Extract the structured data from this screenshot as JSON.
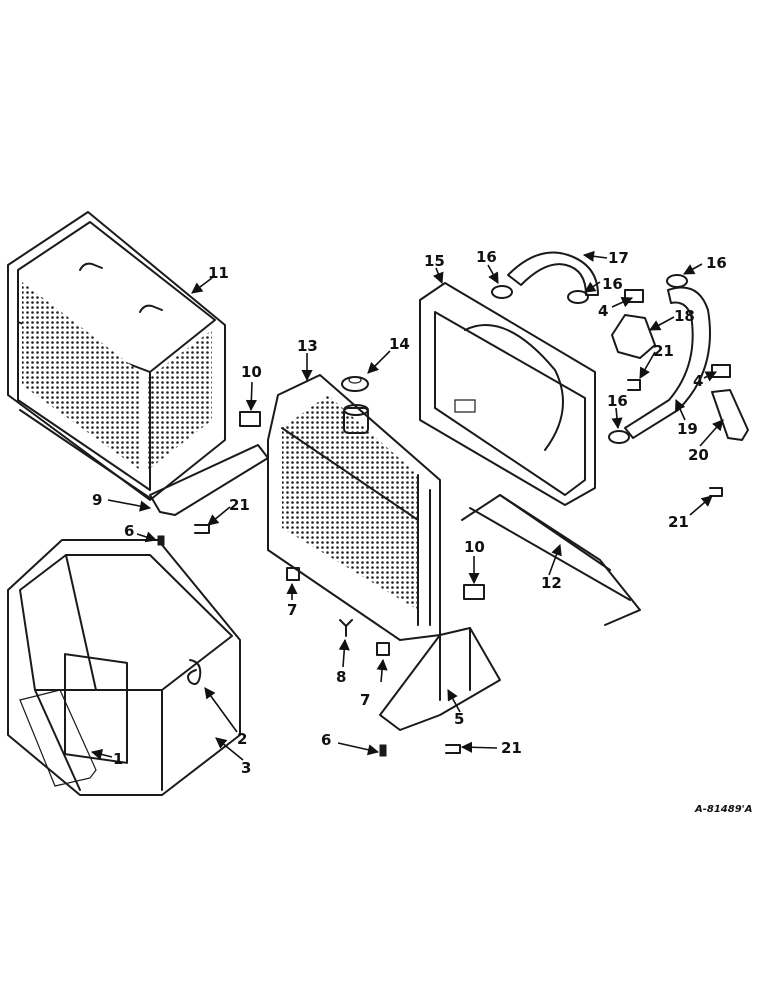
{
  "diagram": {
    "reference_code": "A-81489'A",
    "callouts": [
      "1",
      "2",
      "3",
      "4",
      "4",
      "5",
      "6",
      "6",
      "7",
      "7",
      "8",
      "9",
      "10",
      "10",
      "11",
      "12",
      "13",
      "14",
      "15",
      "16",
      "16",
      "16",
      "16",
      "17",
      "18",
      "19",
      "20",
      "21",
      "21",
      "21",
      "21"
    ]
  }
}
